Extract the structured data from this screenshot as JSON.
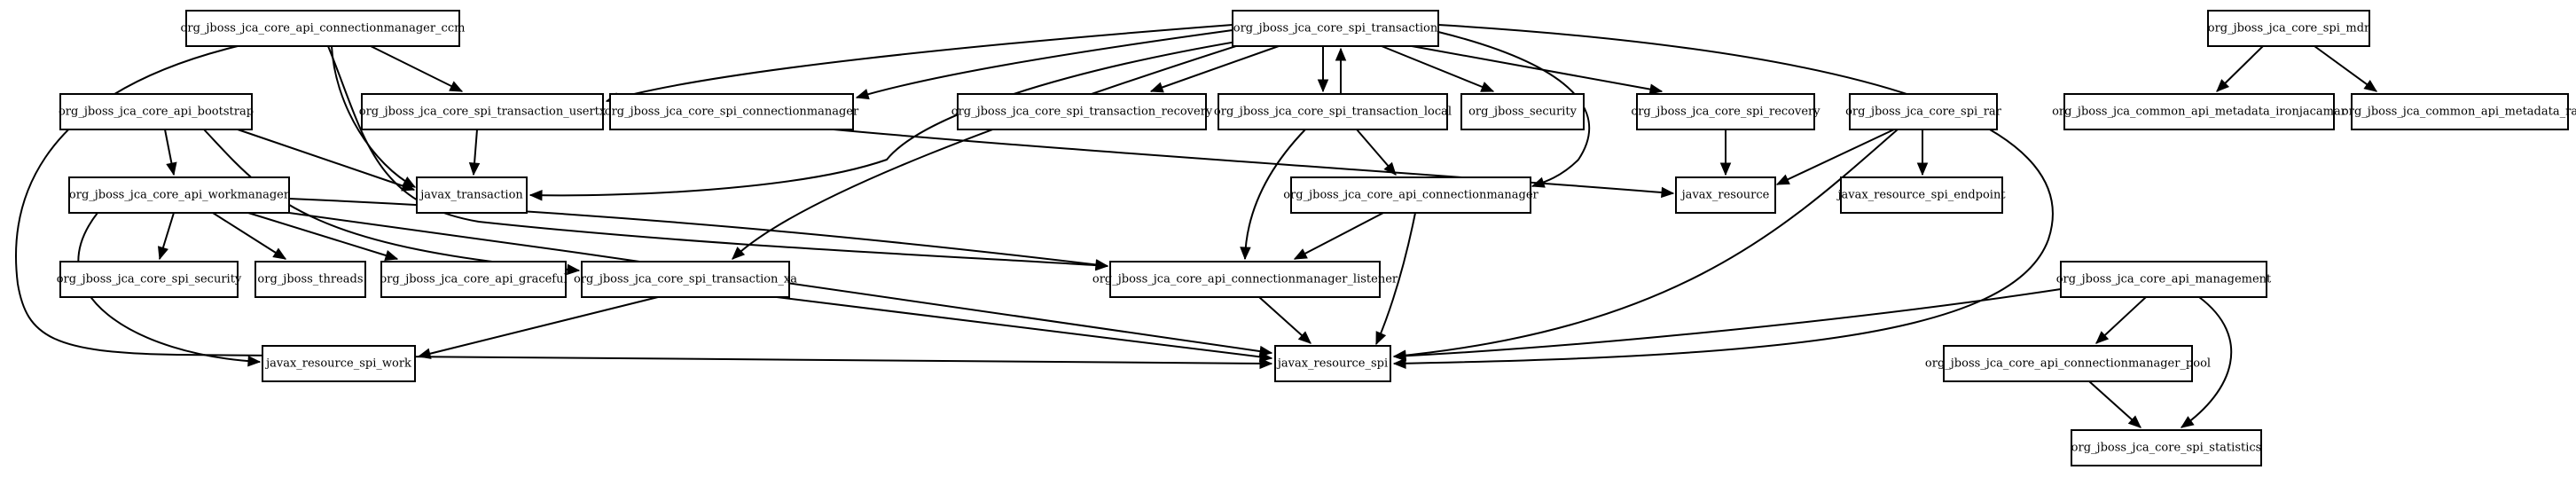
{
  "nodes": {
    "cm_ccm": "org_jboss_jca_core_api_connectionmanager_ccm",
    "spi_tx": "org_jboss_jca_core_spi_transaction",
    "spi_mdr": "org_jboss_jca_core_spi_mdr",
    "bootstrap": "org_jboss_jca_core_api_bootstrap",
    "tx_usertx": "org_jboss_jca_core_spi_transaction_usertx",
    "spi_cm": "org_jboss_jca_core_spi_connectionmanager",
    "tx_recovery": "org_jboss_jca_core_spi_transaction_recovery",
    "tx_local": "org_jboss_jca_core_spi_transaction_local",
    "jboss_security": "org_jboss_security",
    "spi_recovery": "org_jboss_jca_core_spi_recovery",
    "spi_rar": "org_jboss_jca_core_spi_rar",
    "metadata_ij": "org_jboss_jca_common_api_metadata_ironjacamar",
    "metadata_ra": "org_jboss_jca_common_api_metadata_ra",
    "workmanager": "org_jboss_jca_core_api_workmanager",
    "javax_tx": "javax_transaction",
    "api_cm": "org_jboss_jca_core_api_connectionmanager",
    "javax_resource": "javax_resource",
    "spi_endpoint": "javax_resource_spi_endpoint",
    "spi_security": "org_jboss_jca_core_spi_security",
    "threads": "org_jboss_threads",
    "graceful": "org_jboss_jca_core_api_graceful",
    "tx_xa": "org_jboss_jca_core_spi_transaction_xa",
    "cm_listener": "org_jboss_jca_core_api_connectionmanager_listener",
    "management": "org_jboss_jca_core_api_management",
    "spi_work": "javax_resource_spi_work",
    "resource_spi": "javax_resource_spi",
    "cm_pool": "org_jboss_jca_core_api_connectionmanager_pool",
    "statistics": "org_jboss_jca_core_spi_statistics"
  },
  "edges": [
    {
      "from": "cm_ccm",
      "to": "tx_usertx"
    },
    {
      "from": "cm_ccm",
      "to": "javax_tx"
    },
    {
      "from": "cm_ccm",
      "to": "cm_listener"
    },
    {
      "from": "cm_ccm",
      "to": "resource_spi"
    },
    {
      "from": "spi_tx",
      "to": "tx_usertx"
    },
    {
      "from": "spi_tx",
      "to": "spi_cm"
    },
    {
      "from": "spi_tx",
      "to": "tx_recovery"
    },
    {
      "from": "spi_tx",
      "to": "tx_local"
    },
    {
      "from": "spi_tx",
      "to": "jboss_security"
    },
    {
      "from": "spi_tx",
      "to": "spi_recovery"
    },
    {
      "from": "spi_tx",
      "to": "javax_tx"
    },
    {
      "from": "spi_tx",
      "to": "api_cm"
    },
    {
      "from": "spi_tx",
      "to": "tx_xa"
    },
    {
      "from": "spi_tx",
      "to": "resource_spi"
    },
    {
      "from": "tx_local",
      "to": "spi_tx"
    },
    {
      "from": "tx_local",
      "to": "api_cm"
    },
    {
      "from": "tx_local",
      "to": "cm_listener"
    },
    {
      "from": "spi_mdr",
      "to": "metadata_ij"
    },
    {
      "from": "spi_mdr",
      "to": "metadata_ra"
    },
    {
      "from": "bootstrap",
      "to": "workmanager"
    },
    {
      "from": "bootstrap",
      "to": "javax_tx"
    },
    {
      "from": "bootstrap",
      "to": "tx_xa"
    },
    {
      "from": "tx_usertx",
      "to": "javax_tx"
    },
    {
      "from": "spi_cm",
      "to": "javax_resource"
    },
    {
      "from": "spi_recovery",
      "to": "javax_resource"
    },
    {
      "from": "spi_rar",
      "to": "javax_resource"
    },
    {
      "from": "spi_rar",
      "to": "spi_endpoint"
    },
    {
      "from": "spi_rar",
      "to": "resource_spi"
    },
    {
      "from": "workmanager",
      "to": "spi_security"
    },
    {
      "from": "workmanager",
      "to": "threads"
    },
    {
      "from": "workmanager",
      "to": "graceful"
    },
    {
      "from": "workmanager",
      "to": "spi_work"
    },
    {
      "from": "workmanager",
      "to": "resource_spi"
    },
    {
      "from": "workmanager",
      "to": "cm_listener"
    },
    {
      "from": "api_cm",
      "to": "cm_listener"
    },
    {
      "from": "api_cm",
      "to": "resource_spi"
    },
    {
      "from": "tx_xa",
      "to": "spi_work"
    },
    {
      "from": "tx_xa",
      "to": "resource_spi"
    },
    {
      "from": "cm_listener",
      "to": "resource_spi"
    },
    {
      "from": "management",
      "to": "cm_pool"
    },
    {
      "from": "management",
      "to": "statistics"
    },
    {
      "from": "management",
      "to": "resource_spi"
    },
    {
      "from": "cm_pool",
      "to": "statistics"
    }
  ]
}
